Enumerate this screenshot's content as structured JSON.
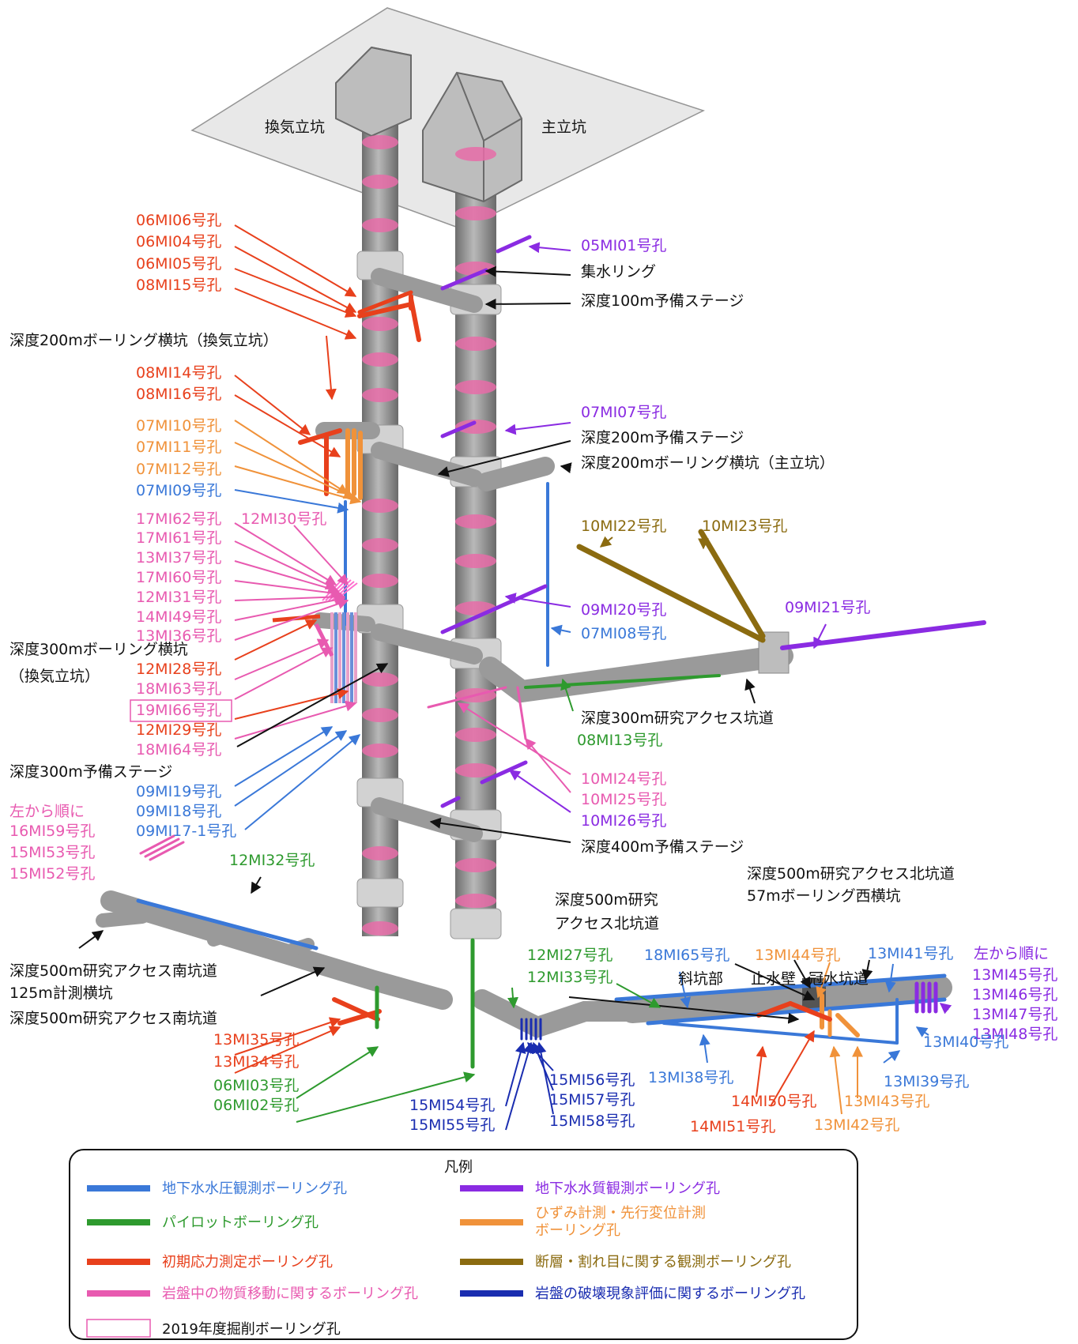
{
  "colors": {
    "blue": "#3a78d8",
    "purple": "#8a2be2",
    "green": "#2e9a2e",
    "red": "#e8401c",
    "pink": "#e85ab0",
    "orange": "#f0923a",
    "brown": "#8b6b10",
    "navy": "#1a2db0",
    "black": "#111111"
  },
  "structures": {
    "ventilation_shaft": "換気立坑",
    "main_shaft": "主立坑"
  },
  "labels": [
    {
      "id": "06MI06",
      "text": "06MI06号孔",
      "color": "red"
    },
    {
      "id": "06MI04",
      "text": "06MI04号孔",
      "color": "red"
    },
    {
      "id": "06MI05",
      "text": "06MI05号孔",
      "color": "red"
    },
    {
      "id": "08MI15",
      "text": "08MI15号孔",
      "color": "red"
    },
    {
      "id": "gallery200v",
      "text": "深度200mボーリング横坑（換気立坑）",
      "color": "black"
    },
    {
      "id": "08MI14",
      "text": "08MI14号孔",
      "color": "red"
    },
    {
      "id": "08MI16",
      "text": "08MI16号孔",
      "color": "red"
    },
    {
      "id": "07MI10",
      "text": "07MI10号孔",
      "color": "orange"
    },
    {
      "id": "07MI11",
      "text": "07MI11号孔",
      "color": "orange"
    },
    {
      "id": "07MI12",
      "text": "07MI12号孔",
      "color": "orange"
    },
    {
      "id": "07MI09",
      "text": "07MI09号孔",
      "color": "blue"
    },
    {
      "id": "17MI62",
      "text": "17MI62号孔",
      "color": "pink"
    },
    {
      "id": "12MI30",
      "text": "12MI30号孔",
      "color": "pink"
    },
    {
      "id": "17MI61",
      "text": "17MI61号孔",
      "color": "pink"
    },
    {
      "id": "13MI37",
      "text": "13MI37号孔",
      "color": "pink"
    },
    {
      "id": "17MI60",
      "text": "17MI60号孔",
      "color": "pink"
    },
    {
      "id": "12MI31",
      "text": "12MI31号孔",
      "color": "pink"
    },
    {
      "id": "14MI49",
      "text": "14MI49号孔",
      "color": "pink"
    },
    {
      "id": "13MI36",
      "text": "13MI36号孔",
      "color": "pink"
    },
    {
      "id": "gallery300v_1",
      "text": "深度300mボーリング横坑",
      "color": "black"
    },
    {
      "id": "gallery300v_2",
      "text": "（換気立坑）",
      "color": "black"
    },
    {
      "id": "12MI28",
      "text": "12MI28号孔",
      "color": "red"
    },
    {
      "id": "18MI63",
      "text": "18MI63号孔",
      "color": "pink"
    },
    {
      "id": "19MI66",
      "text": "19MI66号孔",
      "color": "pink"
    },
    {
      "id": "12MI29",
      "text": "12MI29号孔",
      "color": "red"
    },
    {
      "id": "18MI64",
      "text": "18MI64号孔",
      "color": "pink"
    },
    {
      "id": "stage300",
      "text": "深度300m予備ステージ",
      "color": "black"
    },
    {
      "id": "09MI19",
      "text": "09MI19号孔",
      "color": "blue"
    },
    {
      "id": "09MI18",
      "text": "09MI18号孔",
      "color": "blue"
    },
    {
      "id": "09MI17-1",
      "text": "09MI17-1号孔",
      "color": "blue"
    },
    {
      "id": "left_order_1",
      "text": "左から順に",
      "color": "pink"
    },
    {
      "id": "16MI59",
      "text": "16MI59号孔",
      "color": "pink"
    },
    {
      "id": "15MI53",
      "text": "15MI53号孔",
      "color": "pink"
    },
    {
      "id": "15MI52",
      "text": "15MI52号孔",
      "color": "pink"
    },
    {
      "id": "12MI32",
      "text": "12MI32号孔",
      "color": "green"
    },
    {
      "id": "south125_1",
      "text": "深度500m研究アクセス南坑道",
      "color": "black"
    },
    {
      "id": "south125_2",
      "text": "125m計測横坑",
      "color": "black"
    },
    {
      "id": "south500",
      "text": "深度500m研究アクセス南坑道",
      "color": "black"
    },
    {
      "id": "13MI35",
      "text": "13MI35号孔",
      "color": "red"
    },
    {
      "id": "13MI34",
      "text": "13MI34号孔",
      "color": "red"
    },
    {
      "id": "06MI03",
      "text": "06MI03号孔",
      "color": "green"
    },
    {
      "id": "06MI02",
      "text": "06MI02号孔",
      "color": "green"
    },
    {
      "id": "05MI01",
      "text": "05MI01号孔",
      "color": "purple"
    },
    {
      "id": "ring",
      "text": "集水リング",
      "color": "black"
    },
    {
      "id": "stage100",
      "text": "深度100m予備ステージ",
      "color": "black"
    },
    {
      "id": "07MI07",
      "text": "07MI07号孔",
      "color": "purple"
    },
    {
      "id": "stage200",
      "text": "深度200m予備ステージ",
      "color": "black"
    },
    {
      "id": "gallery200m",
      "text": "深度200mボーリング横坑（主立坑）",
      "color": "black"
    },
    {
      "id": "10MI22",
      "text": "10MI22号孔",
      "color": "brown"
    },
    {
      "id": "10MI23",
      "text": "10MI23号孔",
      "color": "brown"
    },
    {
      "id": "09MI21",
      "text": "09MI21号孔",
      "color": "purple"
    },
    {
      "id": "09MI20",
      "text": "09MI20号孔",
      "color": "purple"
    },
    {
      "id": "07MI08",
      "text": "07MI08号孔",
      "color": "blue"
    },
    {
      "id": "access300",
      "text": "深度300m研究アクセス坑道",
      "color": "black"
    },
    {
      "id": "08MI13",
      "text": "08MI13号孔",
      "color": "green"
    },
    {
      "id": "10MI24",
      "text": "10MI24号孔",
      "color": "pink"
    },
    {
      "id": "10MI25",
      "text": "10MI25号孔",
      "color": "pink"
    },
    {
      "id": "10MI26",
      "text": "10MI26号孔",
      "color": "purple"
    },
    {
      "id": "stage400",
      "text": "深度400m予備ステージ",
      "color": "black"
    },
    {
      "id": "north500_a1",
      "text": "深度500m研究",
      "color": "black"
    },
    {
      "id": "north500_a2",
      "text": "アクセス北坑道",
      "color": "black"
    },
    {
      "id": "north57_1",
      "text": "深度500m研究アクセス北坑道",
      "color": "black"
    },
    {
      "id": "north57_2",
      "text": "57mボーリング西横坑",
      "color": "black"
    },
    {
      "id": "12MI27",
      "text": "12MI27号孔",
      "color": "green"
    },
    {
      "id": "12MI33",
      "text": "12MI33号孔",
      "color": "green"
    },
    {
      "id": "18MI65",
      "text": "18MI65号孔",
      "color": "blue"
    },
    {
      "id": "13MI44",
      "text": "13MI44号孔",
      "color": "orange"
    },
    {
      "id": "13MI41",
      "text": "13MI41号孔",
      "color": "blue"
    },
    {
      "id": "left_order_2",
      "text": "左から順に",
      "color": "purple"
    },
    {
      "id": "13MI45",
      "text": "13MI45号孔",
      "color": "purple"
    },
    {
      "id": "13MI46",
      "text": "13MI46号孔",
      "color": "purple"
    },
    {
      "id": "13MI47",
      "text": "13MI47号孔",
      "color": "purple"
    },
    {
      "id": "13MI48",
      "text": "13MI48号孔",
      "color": "purple"
    },
    {
      "id": "inclined",
      "text": "斜坑部",
      "color": "black"
    },
    {
      "id": "waterwall",
      "text": "止水壁",
      "color": "black"
    },
    {
      "id": "flooded",
      "text": "冠水坑道",
      "color": "black"
    },
    {
      "id": "13MI40",
      "text": "13MI40号孔",
      "color": "blue"
    },
    {
      "id": "13MI38",
      "text": "13MI38号孔",
      "color": "blue"
    },
    {
      "id": "13MI39",
      "text": "13MI39号孔",
      "color": "blue"
    },
    {
      "id": "15MI56",
      "text": "15MI56号孔",
      "color": "navy"
    },
    {
      "id": "15MI57",
      "text": "15MI57号孔",
      "color": "navy"
    },
    {
      "id": "15MI58",
      "text": "15MI58号孔",
      "color": "navy"
    },
    {
      "id": "15MI54",
      "text": "15MI54号孔",
      "color": "navy"
    },
    {
      "id": "15MI55",
      "text": "15MI55号孔",
      "color": "navy"
    },
    {
      "id": "14MI50",
      "text": "14MI50号孔",
      "color": "red"
    },
    {
      "id": "14MI51",
      "text": "14MI51号孔",
      "color": "red"
    },
    {
      "id": "13MI43",
      "text": "13MI43号孔",
      "color": "orange"
    },
    {
      "id": "13MI42",
      "text": "13MI42号孔",
      "color": "orange"
    }
  ],
  "legend": {
    "title": "凡例",
    "items": [
      {
        "label": "地下水水圧観測ボーリング孔",
        "color": "blue"
      },
      {
        "label": "地下水水質観測ボーリング孔",
        "color": "purple"
      },
      {
        "label": "パイロットボーリング孔",
        "color": "green"
      },
      {
        "label": "ひずみ計測・先行変位計測",
        "label2": "ボーリング孔",
        "color": "orange"
      },
      {
        "label": "初期応力測定ボーリング孔",
        "color": "red"
      },
      {
        "label": "断層・割れ目に関する観測ボーリング孔",
        "color": "brown"
      },
      {
        "label": "岩盤中の物質移動に関するボーリング孔",
        "color": "pink"
      },
      {
        "label": "岩盤の破壊現象評価に関するボーリング孔",
        "color": "navy"
      },
      {
        "label": "2019年度掘削ボーリング孔",
        "color": "black",
        "box": true
      }
    ]
  }
}
